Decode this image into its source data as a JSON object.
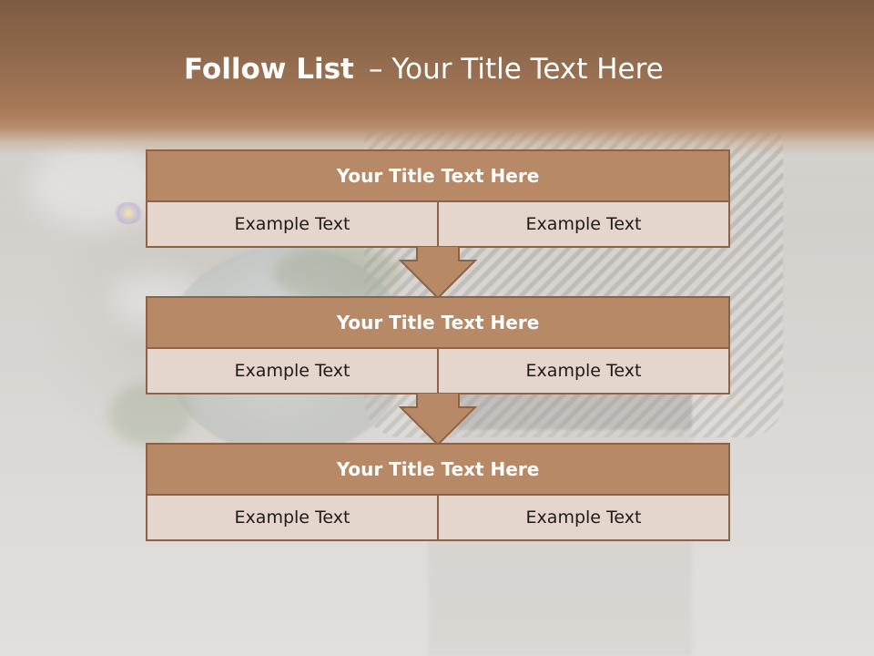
{
  "slide": {
    "title_bold": "Follow List",
    "title_sep": "–",
    "title_rest": "Your Title Text Here"
  },
  "blocks": [
    {
      "title": "Your Title Text Here",
      "left": "Example Text",
      "right": "Example Text"
    },
    {
      "title": "Your Title Text Here",
      "left": "Example Text",
      "right": "Example Text"
    },
    {
      "title": "Your Title Text Here",
      "left": "Example Text",
      "right": "Example Text"
    }
  ],
  "colors": {
    "header_brown": "#936b4e",
    "block_title": "#b78967",
    "block_border": "#8d6347",
    "block_cell": "#e5d6cd",
    "arrow_fill": "#b78967"
  },
  "icons": [
    "down-arrow-icon",
    "down-arrow-icon"
  ]
}
